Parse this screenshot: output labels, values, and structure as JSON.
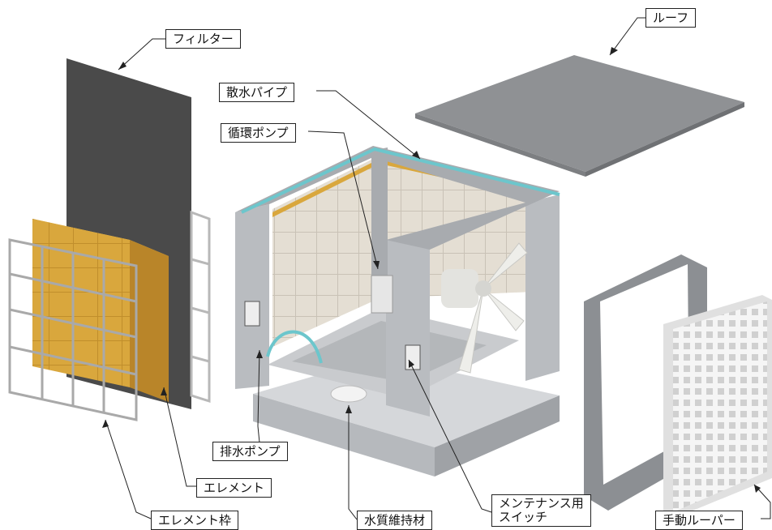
{
  "labels": {
    "filter": "フィルター",
    "roof": "ルーフ",
    "spray_pipe": "散水パイプ",
    "circulation_pump": "循環ポンプ",
    "drain_pump": "排水ポンプ",
    "element": "エレメント",
    "element_frame": "エレメント枠",
    "water_quality_material": "水質維持材",
    "maintenance_switch_line1": "メンテナンス用",
    "maintenance_switch_line2": "スイッチ",
    "manual_louver": "手動ルーパー"
  },
  "colors": {
    "filter": "#4a4a4a",
    "element": "#d9a73d",
    "frame_steel": "#b9bcc0",
    "roof": "#8f9194",
    "spray_pipe": "#6cc6cc",
    "fan": "#eeeeea",
    "louver": "#f2f2f2"
  }
}
